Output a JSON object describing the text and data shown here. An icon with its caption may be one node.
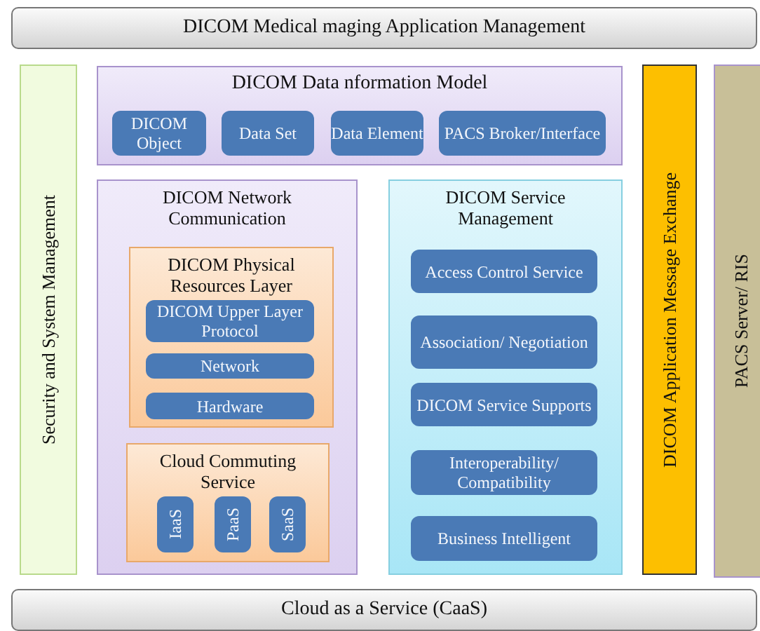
{
  "diagram": {
    "nodes": [
      {
        "text": [
          "DICOM Medical maging Application Management"
        ]
      },
      {
        "text": [
          "Security and System Management"
        ]
      },
      {
        "text": [
          "DICOM Data nformation Model"
        ]
      },
      {
        "text": [
          "DICOM Object"
        ],
        "in": 2
      },
      {
        "text": [
          "Data Set"
        ],
        "in": 2
      },
      {
        "text": [
          "Data Element"
        ],
        "in": 2
      },
      {
        "text": [
          "PACS Broker/Interface"
        ],
        "in": 2
      },
      {
        "text": [
          "DICOM Network Communication"
        ]
      },
      {
        "text": [
          "DICOM Physical Resources Layer"
        ],
        "in": 7
      },
      {
        "text": [
          "DICOM Upper Layer Protocol"
        ],
        "in": 8
      },
      {
        "text": [
          "Network"
        ],
        "in": 8
      },
      {
        "text": [
          "Hardware"
        ],
        "in": 8
      },
      {
        "text": [
          "Cloud Commuting Service"
        ],
        "in": 7
      },
      {
        "text": [
          "IaaS"
        ],
        "in": 12
      },
      {
        "text": [
          "PaaS"
        ],
        "in": 12
      },
      {
        "text": [
          "SaaS"
        ],
        "in": 12
      },
      {
        "text": [
          "DICOM Service Management"
        ]
      },
      {
        "text": [
          "Access Control Service"
        ],
        "in": 16
      },
      {
        "text": [
          "Association/ Negotiation"
        ],
        "in": 16
      },
      {
        "text": [
          "DICOM Service Supports"
        ],
        "in": 16
      },
      {
        "text": [
          "Interoperability/ Compatibility"
        ],
        "in": 16
      },
      {
        "text": [
          "Business Intelligent"
        ],
        "in": 16
      },
      {
        "text": [
          "DICOM Application Message Exchange"
        ]
      },
      {
        "text": [
          "PACS Server/ RIS"
        ]
      },
      {
        "text": [
          "Cloud as a Service (CaaS)"
        ]
      }
    ]
  }
}
